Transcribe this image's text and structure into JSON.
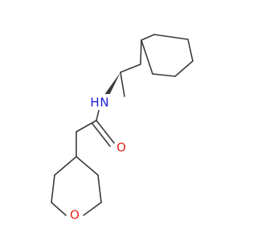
{
  "structure": {
    "atoms": {
      "nitrogen": {
        "symbol": "N",
        "hydrogen": "H",
        "color": "#1c1cd6"
      },
      "carbonyl_oxygen": {
        "symbol": "O",
        "color": "#e8281c"
      },
      "ring_oxygen": {
        "symbol": "O",
        "color": "#e8281c"
      }
    },
    "bond_color": "#3a3a3a",
    "stereo": "wedge"
  }
}
